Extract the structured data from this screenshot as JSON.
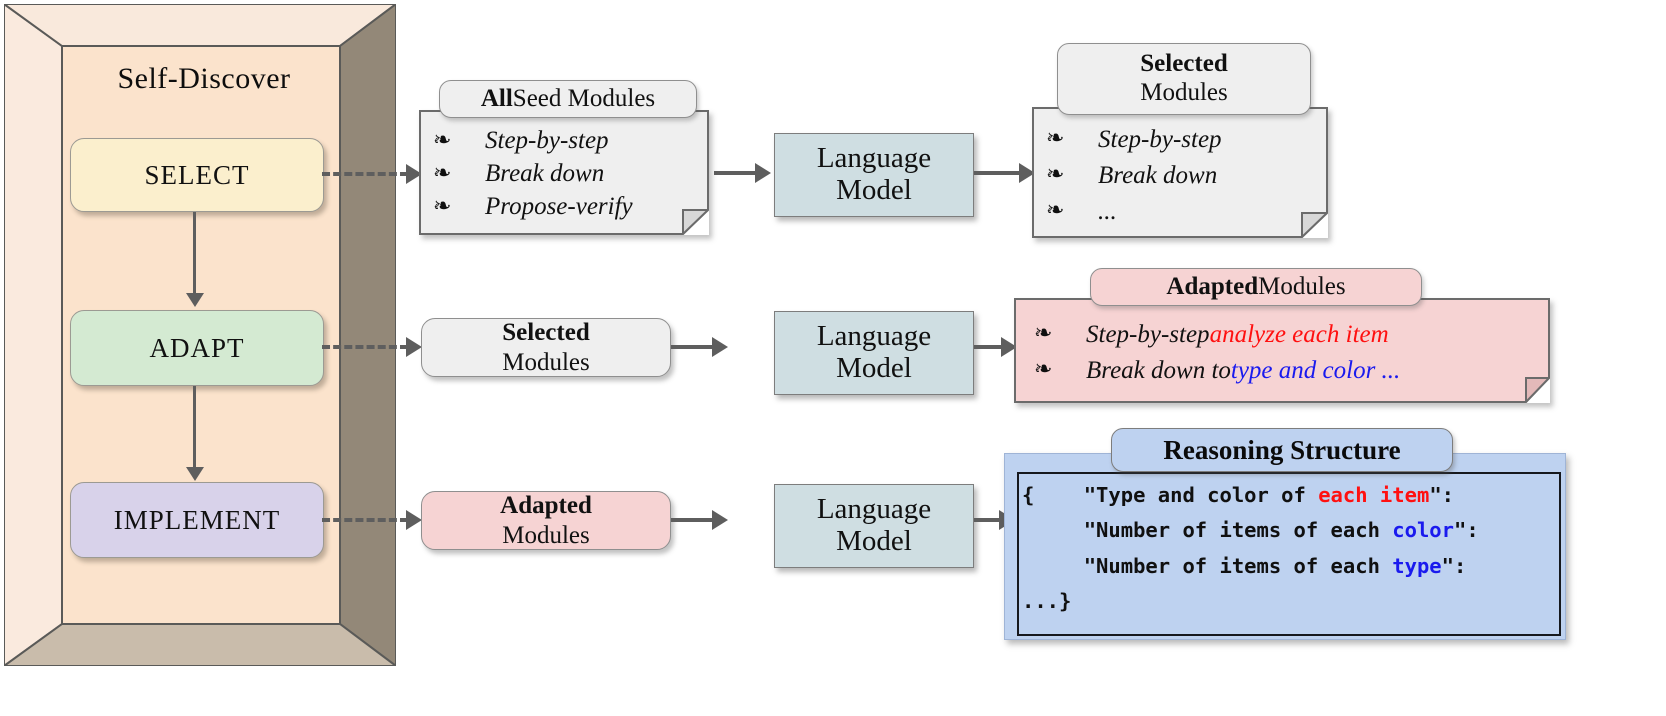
{
  "framework": {
    "title": "Self-Discover",
    "stages": [
      {
        "id": "select",
        "label": "SELECT",
        "color": "#fbefcd"
      },
      {
        "id": "adapt",
        "label": "ADAPT",
        "color": "#d4ead2"
      },
      {
        "id": "implement",
        "label": "IMPLEMENT",
        "color": "#d8d2ea"
      }
    ]
  },
  "rows": [
    {
      "id": "select-row",
      "input_note": {
        "title_bold": "All",
        "title_rest": " Seed Modules",
        "items": [
          "Step-by-step",
          "Break down",
          "Propose-verify"
        ]
      },
      "model": {
        "line1": "Language",
        "line2": "Model"
      },
      "output_note": {
        "title_bold": "Selected",
        "title_rest": "Modules",
        "items": [
          "Step-by-step",
          "Break down",
          "..."
        ]
      }
    },
    {
      "id": "adapt-row",
      "input_box": {
        "line1": "Selected",
        "line2": "Modules"
      },
      "model": {
        "line1": "Language",
        "line2": "Model"
      },
      "output_note": {
        "title_bold": "Adapted",
        "title_rest": " Modules",
        "items": [
          {
            "plain": "Step-by-step ",
            "accent": "analyze each item",
            "accent_color": "#ff1010"
          },
          {
            "plain": "Break down to ",
            "accent": "type and color ...",
            "accent_color": "#1a1aee"
          }
        ]
      }
    },
    {
      "id": "implement-row",
      "input_box": {
        "line1": "Adapted",
        "line2": "Modules"
      },
      "model": {
        "line1": "Language",
        "line2": "Model"
      },
      "output_structure": {
        "title": "Reasoning Structure",
        "lines": [
          {
            "segments": [
              {
                "t": "{    \"Type and color of ",
                "c": "#101010"
              },
              {
                "t": "each item",
                "c": "#ff1010"
              },
              {
                "t": "\":",
                "c": "#101010"
              }
            ]
          },
          {
            "segments": [
              {
                "t": "     \"Number of items of each ",
                "c": "#101010"
              },
              {
                "t": "color",
                "c": "#1a1aee"
              },
              {
                "t": "\":",
                "c": "#101010"
              }
            ]
          },
          {
            "segments": [
              {
                "t": "     \"Number of items of each ",
                "c": "#101010"
              },
              {
                "t": "type",
                "c": "#1a1aee"
              },
              {
                "t": "\":",
                "c": "#101010"
              }
            ]
          },
          {
            "segments": [
              {
                "t": "...}",
                "c": "#101010"
              }
            ]
          }
        ]
      }
    }
  ],
  "colors": {
    "box_interior": "#fbe3cc",
    "box_left_face": "#faeade",
    "box_right_face": "#938878",
    "box_bottom_face": "#c9bcab",
    "language_model": "#cfdee2",
    "note_grey": "#efefef",
    "adapted_pink": "#f6d3d3",
    "reasoning_blue": "#bed2f0",
    "accent_red": "#ff1010",
    "accent_blue": "#1a1aee",
    "arrow": "#5e5e5e"
  }
}
